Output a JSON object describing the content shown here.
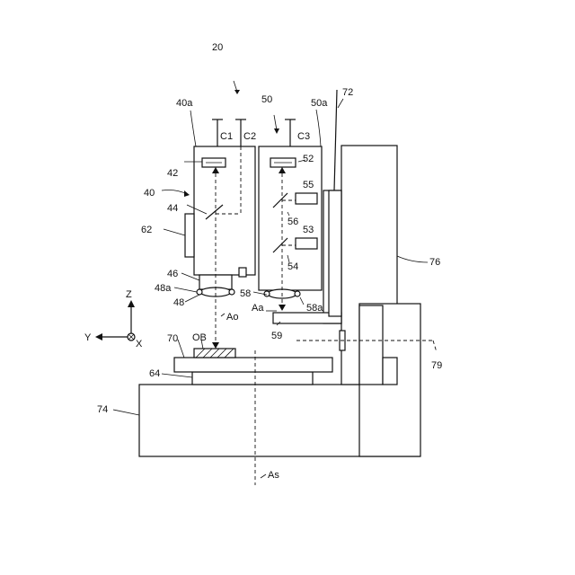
{
  "labels": {
    "l20": "20",
    "l40a": "40a",
    "l50": "50",
    "l50a": "50a",
    "l72": "72",
    "C1": "C1",
    "C2": "C2",
    "C3": "C3",
    "l42": "42",
    "l52": "52",
    "l40": "40",
    "l55": "55",
    "l44": "44",
    "l56": "56",
    "l62": "62",
    "l53": "53",
    "l54": "54",
    "l76": "76",
    "l46": "46",
    "l48a": "48a",
    "l48": "48",
    "l58": "58",
    "l58a": "58a",
    "Aa": "Aa",
    "Ao": "Ao",
    "Z": "Z",
    "Y": "Y",
    "X": "X",
    "l70": "70",
    "OB": "OB",
    "l59": "59",
    "l79": "79",
    "l64": "64",
    "l74": "74",
    "As": "As"
  }
}
